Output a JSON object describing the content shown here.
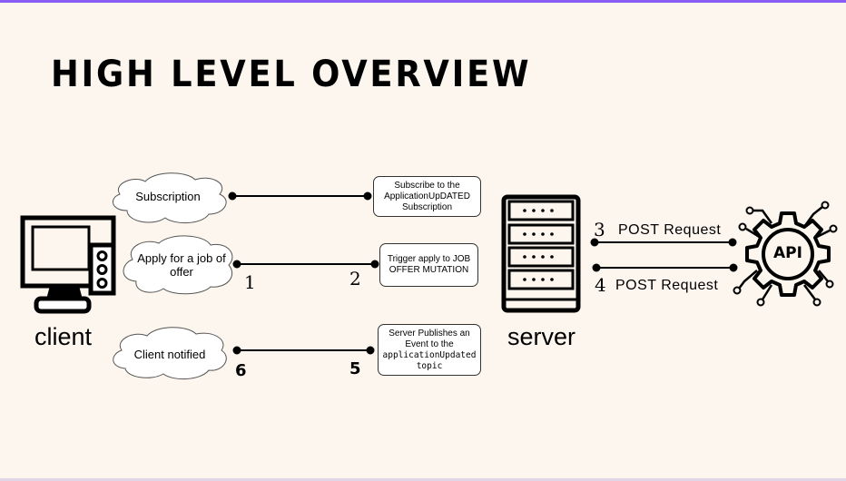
{
  "title": "HIGH LEVEL OVERVIEW",
  "colors": {
    "background": "#fdf6ee",
    "top_bar": "#8a5cf6",
    "ink": "#000000"
  },
  "clouds": {
    "subscription": "Subscription",
    "apply": "Apply for a  job of offer",
    "notified": "Client notified"
  },
  "boxes": {
    "subscribe": "Subscribe to the ApplicationUpDATED Subscription",
    "trigger": "Trigger apply to JOB OFFER MUTATION",
    "publishes_text": "Server Publishes an Event to the",
    "publishes_topic": "applicationUpdated topic"
  },
  "steps": {
    "s1": "1",
    "s2": "2",
    "s3": "3",
    "s4": "4",
    "s5": "5",
    "s6": "6"
  },
  "labels": {
    "client": "client",
    "server": "server",
    "api": "API"
  },
  "requests": {
    "req3": "POST  Request",
    "req4": "POST Request"
  },
  "icons": {
    "client": "computer-icon",
    "server": "server-rack-icon",
    "api": "api-gear-icon"
  }
}
